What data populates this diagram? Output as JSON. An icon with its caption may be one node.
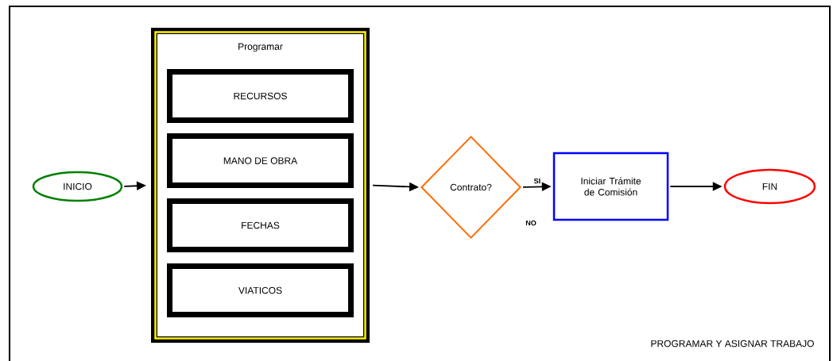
{
  "diagram": {
    "caption": "PROGRAMAR Y ASIGNAR TRABAJO",
    "nodes": [
      {
        "text": [
          "INICIO"
        ]
      },
      {
        "text": [
          "Programar"
        ]
      },
      {
        "text": [
          "RECURSOS"
        ],
        "in": 1
      },
      {
        "text": [
          "MANO DE OBRA"
        ],
        "in": 1
      },
      {
        "text": [
          "FECHAS"
        ],
        "in": 1
      },
      {
        "text": [
          "VIATICOS"
        ],
        "in": 1
      },
      {
        "text": [
          "Contrato?"
        ]
      },
      {
        "text": [
          "Iniciar Trámite de Comisión"
        ]
      },
      {
        "text": [
          "FIN"
        ]
      }
    ],
    "edges": [
      {
        "from": 0,
        "to": 1,
        "arrow": "to"
      },
      {
        "from": 1,
        "to": 6,
        "arrow": "to"
      },
      {
        "from": 6,
        "to": 7,
        "arrow": "to",
        "label": "SI"
      },
      {
        "from": 7,
        "to": 8,
        "arrow": "to"
      }
    ],
    "labels": [
      "NO"
    ]
  }
}
